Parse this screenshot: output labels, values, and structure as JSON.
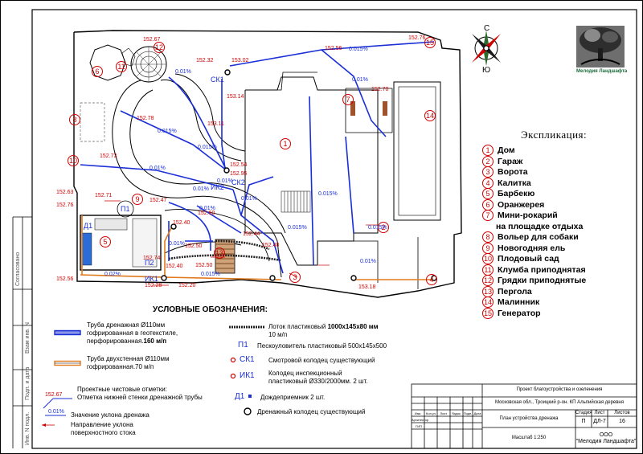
{
  "compass": {
    "north": "С",
    "south": "Ю"
  },
  "logo": {
    "text": "Мелодия Ландшафта"
  },
  "explication": {
    "title": "Экспликация:",
    "items": [
      {
        "n": "1",
        "label": "Дом"
      },
      {
        "n": "2",
        "label": "Гараж"
      },
      {
        "n": "3",
        "label": "Ворота"
      },
      {
        "n": "4",
        "label": "Калитка"
      },
      {
        "n": "5",
        "label": "Барбекю"
      },
      {
        "n": "6",
        "label": "Оранжерея"
      },
      {
        "n": "7",
        "label": "Мини-рокарий",
        "label2": "на площадке отдыха"
      },
      {
        "n": "8",
        "label": "Вольер для собаки"
      },
      {
        "n": "9",
        "label": "Новогодняя ель"
      },
      {
        "n": "10",
        "label": "Плодовый сад"
      },
      {
        "n": "11",
        "label": "Клумба приподнятая"
      },
      {
        "n": "12",
        "label": "Грядки приподнятые"
      },
      {
        "n": "13",
        "label": "Пергола"
      },
      {
        "n": "14",
        "label": "Малинник"
      },
      {
        "n": "15",
        "label": "Генератор"
      }
    ]
  },
  "legend": {
    "title": "УСЛОВНЫЕ ОБОЗНАЧЕНИЯ:",
    "drain_pipe": {
      "l1": "Труба дренажная Ø110мм",
      "l2": "гофрированная в геотекстиле,",
      "l3": "перфорированная.",
      "l3b": "160 м/п"
    },
    "twin_pipe": {
      "l1": "Труба двухстенная Ø110мм",
      "l2": "гофрированная.70 м/п"
    },
    "marks": {
      "l1": "Проектные чистовые отметки:",
      "l2": "Отметка нижней стенки дренажной трубы",
      "sample": "152.67"
    },
    "slope": {
      "sample": "0.01%",
      "label": "Значение уклона дренажа"
    },
    "surface": {
      "l1": "Направление уклона",
      "l2": "поверхностного стока"
    },
    "tray": {
      "label": "Лоток пластиковый",
      "size": "1000х145х80 мм",
      "qty": "10 м/п"
    },
    "sand": {
      "code": "П1",
      "label": "Пескоуловитель пластиковый 500х145х500"
    },
    "ck1": {
      "code": "СК1",
      "label": "Смотровой колодец существующий"
    },
    "ik1": {
      "code": "ИК1",
      "l1": "Колодец инспекционный",
      "l2": "пластиковый Ø330/2000мм. 2 шт."
    },
    "d1": {
      "code": "Д1",
      "label": "Дождеприемник 2 шт."
    },
    "well": {
      "label": "Дренажный колодец существующий"
    }
  },
  "plan_labels": {
    "elev": [
      "152.67",
      "152.32",
      "153.02",
      "152.56",
      "152.76",
      "152.70",
      "153.14",
      "153.11",
      "152.78",
      "152.73",
      "152.54",
      "152.95",
      "152.63",
      "152.71",
      "152.76",
      "152.47",
      "152.40",
      "152.60",
      "152.50",
      "152.44",
      "152.50",
      "152.40",
      "152.74",
      "152.40",
      "152.56",
      "152.28",
      "152.20",
      "153.18"
    ],
    "slope": [
      "0.01%",
      "0.015%",
      "0.01%",
      "0.015%",
      "0.01%",
      "0.01%",
      "0.01%",
      "0.015%",
      "0.01%",
      "0.015%",
      "0.01%",
      "0.015%",
      "0.01%",
      "0.02%",
      "0.015%",
      "0.01%",
      "0.015%"
    ],
    "codes": {
      "ck1": "СК1",
      "ck2": "СК2",
      "ik1": "ИК1",
      "ik2": "ИК2",
      "p1": "П1",
      "p2": "П2",
      "d1": "Д1"
    }
  },
  "side_stamp": [
    "Согласовано",
    "Взам инв. N",
    "Подп. и дата",
    "Инв. N подл."
  ],
  "title_block": {
    "project": "Проект благоустройства и озеленения",
    "address": "Московская обл., Троицкий р-он. КП Альпийская деревня",
    "sheet_name": "План устройства дренажа",
    "scale": "Масштаб 1:250",
    "stage_h": "Стадия",
    "list_h": "Лист",
    "lists_h": "Листов",
    "stage": "П",
    "list": "ДЛ-7",
    "lists": "16",
    "company_l1": "ООО",
    "company_l2": "\"Мелодия Ландшафта\"",
    "cols": [
      "Изм.",
      "Кол.уч",
      "Лист",
      "№док.",
      "Подп.",
      "Дата"
    ],
    "role1": "Архитектор",
    "role2": "ГИП"
  }
}
